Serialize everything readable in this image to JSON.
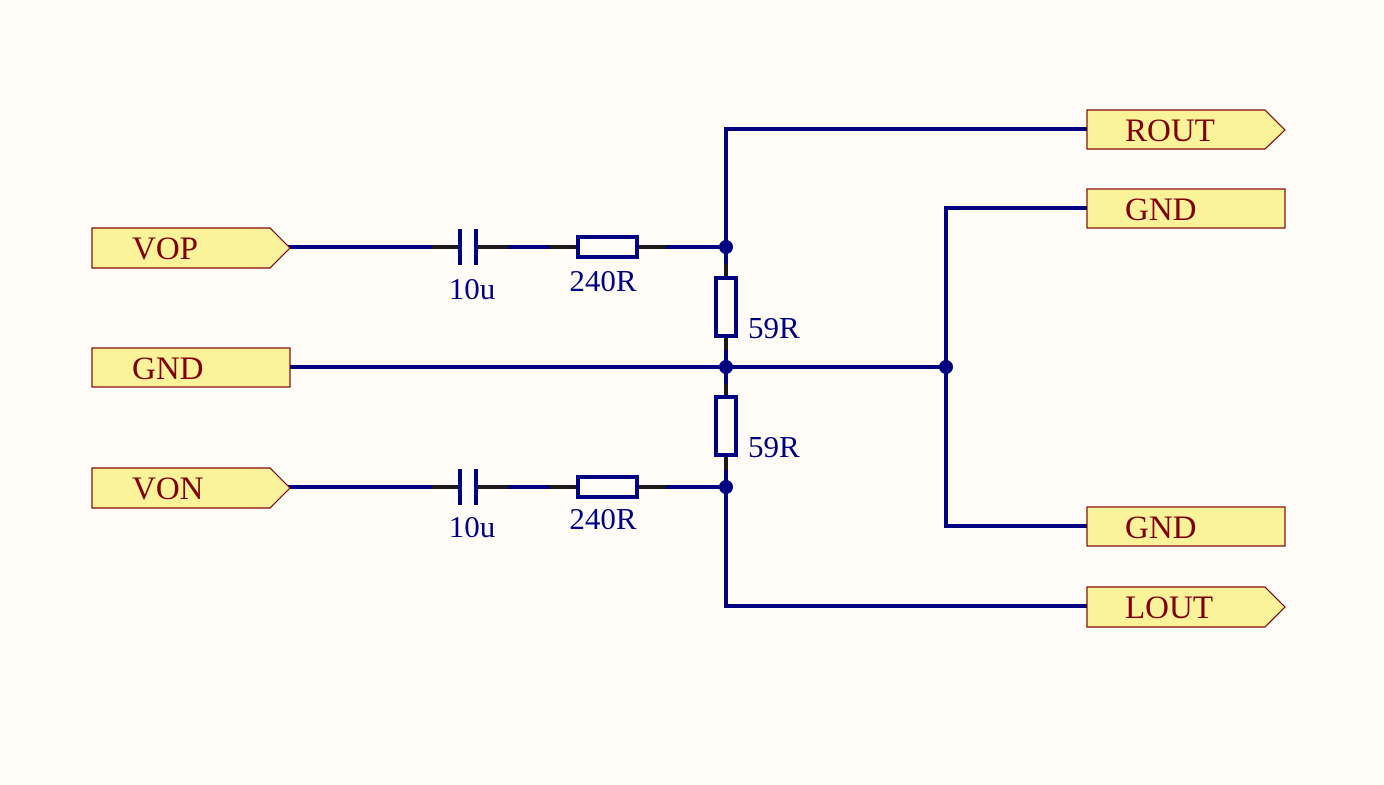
{
  "background_color": "#fffcf7",
  "colors": {
    "wire": "#000080",
    "port_fill": "#fbf39a",
    "port_border": "#800000",
    "port_text": "#800000",
    "component_text": "#000080"
  },
  "ports": {
    "vop": "VOP",
    "gnd_left": "GND",
    "von": "VON",
    "rout": "ROUT",
    "gnd_right_top": "GND",
    "gnd_right_bottom": "GND",
    "lout": "LOUT"
  },
  "components": {
    "c_top": {
      "value": "10u",
      "icon": "capacitor-icon"
    },
    "r_top": {
      "value": "240R",
      "icon": "resistor-icon"
    },
    "r_mid_top": {
      "value": "59R",
      "icon": "resistor-icon"
    },
    "r_mid_bottom": {
      "value": "59R",
      "icon": "resistor-icon"
    },
    "c_bottom": {
      "value": "10u",
      "icon": "capacitor-icon"
    },
    "r_bottom": {
      "value": "240R",
      "icon": "resistor-icon"
    }
  }
}
